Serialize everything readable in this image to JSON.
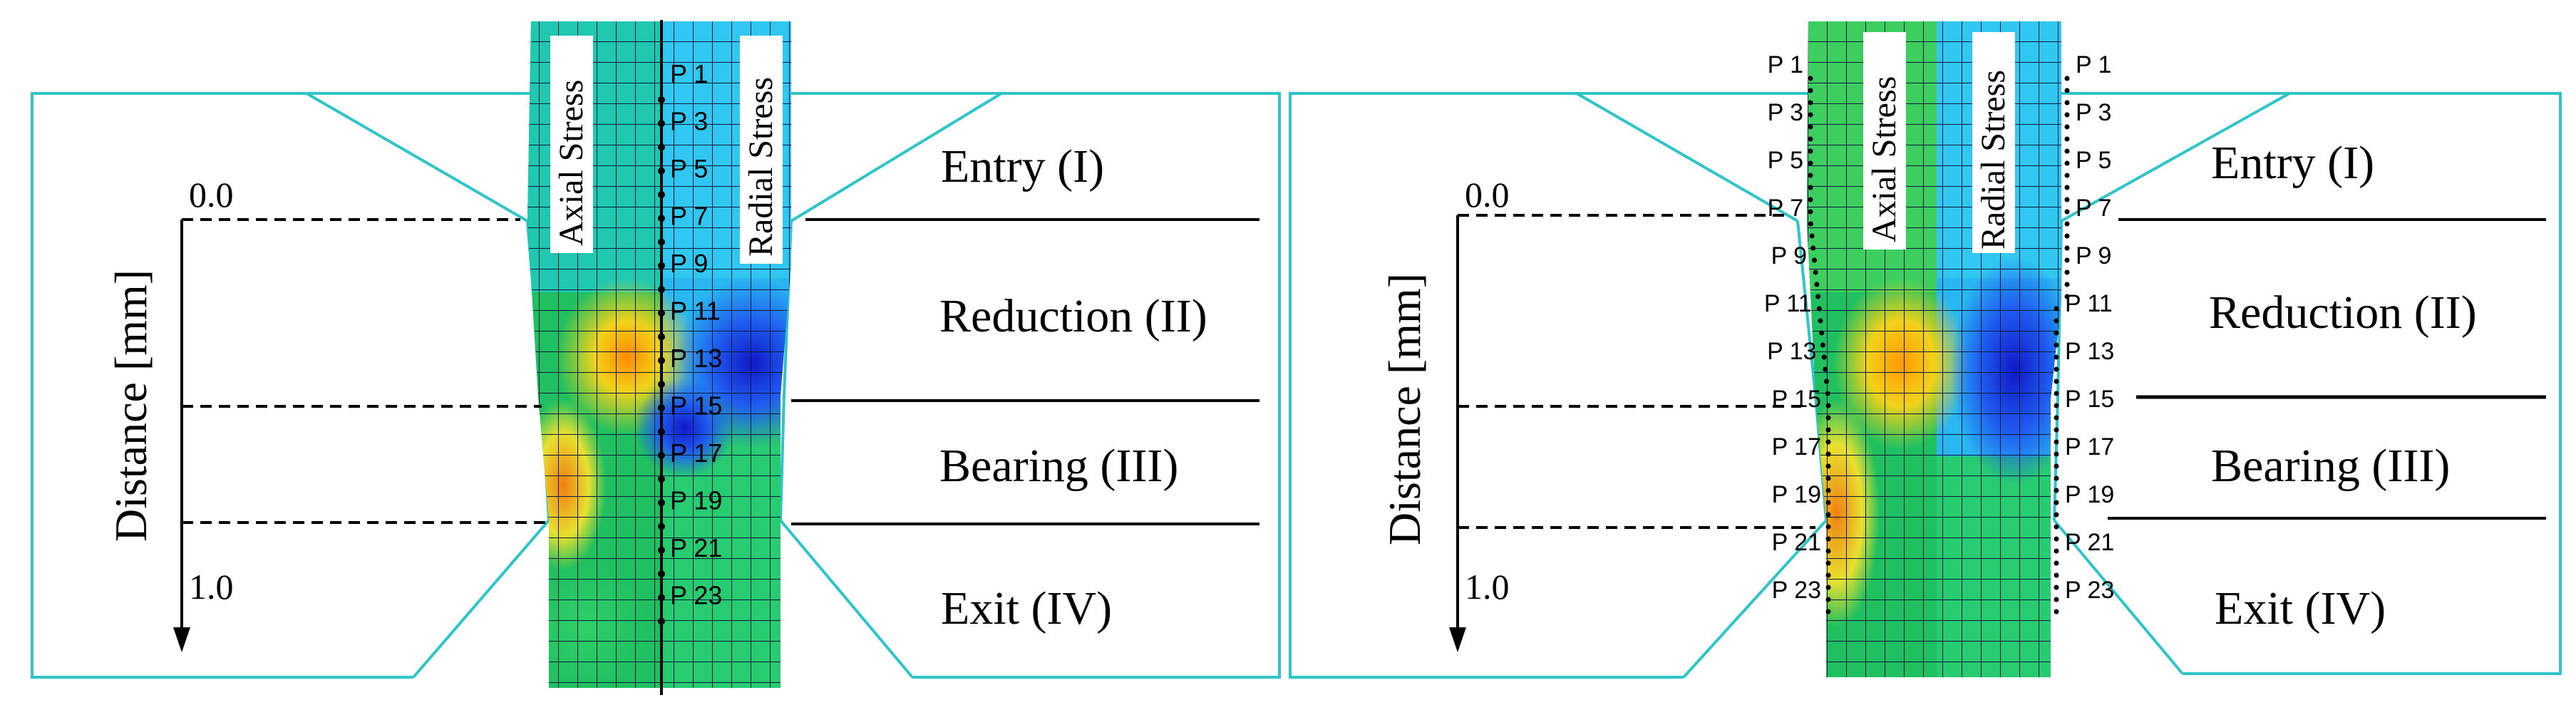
{
  "colors": {
    "die_outline": "#2ec4c8",
    "mesh_line": "#0b1a3a",
    "zone_line": "#000000",
    "arrow": "#000000"
  },
  "panels": [
    {
      "name": "left",
      "labels": {
        "axial": "Axial Stress",
        "radial": "Radial Stress",
        "distance": "Distance [mm]",
        "start": "0.0",
        "end": "1.0"
      },
      "zones": [
        "Entry (I)",
        "Reduction (II)",
        "Bearing (III)",
        "Exit (IV)"
      ],
      "points": [
        "P 1",
        "P 3",
        "P 5",
        "P 7",
        "P 9",
        "P 11",
        "P 13",
        "P 15",
        "P 17",
        "P 19",
        "P 21",
        "P 23"
      ]
    },
    {
      "name": "right",
      "labels": {
        "axial": "Axial Stress",
        "radial": "Radial Stress",
        "distance": "Distance [mm]",
        "start": "0.0",
        "end": "1.0"
      },
      "zones": [
        "Entry (I)",
        "Reduction (II)",
        "Bearing (III)",
        "Exit (IV)"
      ],
      "points_left": [
        "P 1",
        "P 3",
        "P 5",
        "P 7",
        "P 9",
        "P 11",
        "P 13",
        "P 15",
        "P 17",
        "P 19",
        "P 21",
        "P 23"
      ],
      "points_right": [
        "P 1",
        "P 3",
        "P 5",
        "P 7",
        "P 9",
        "P 11",
        "P 13",
        "P 15",
        "P 17",
        "P 19",
        "P 21",
        "P 23"
      ]
    }
  ]
}
